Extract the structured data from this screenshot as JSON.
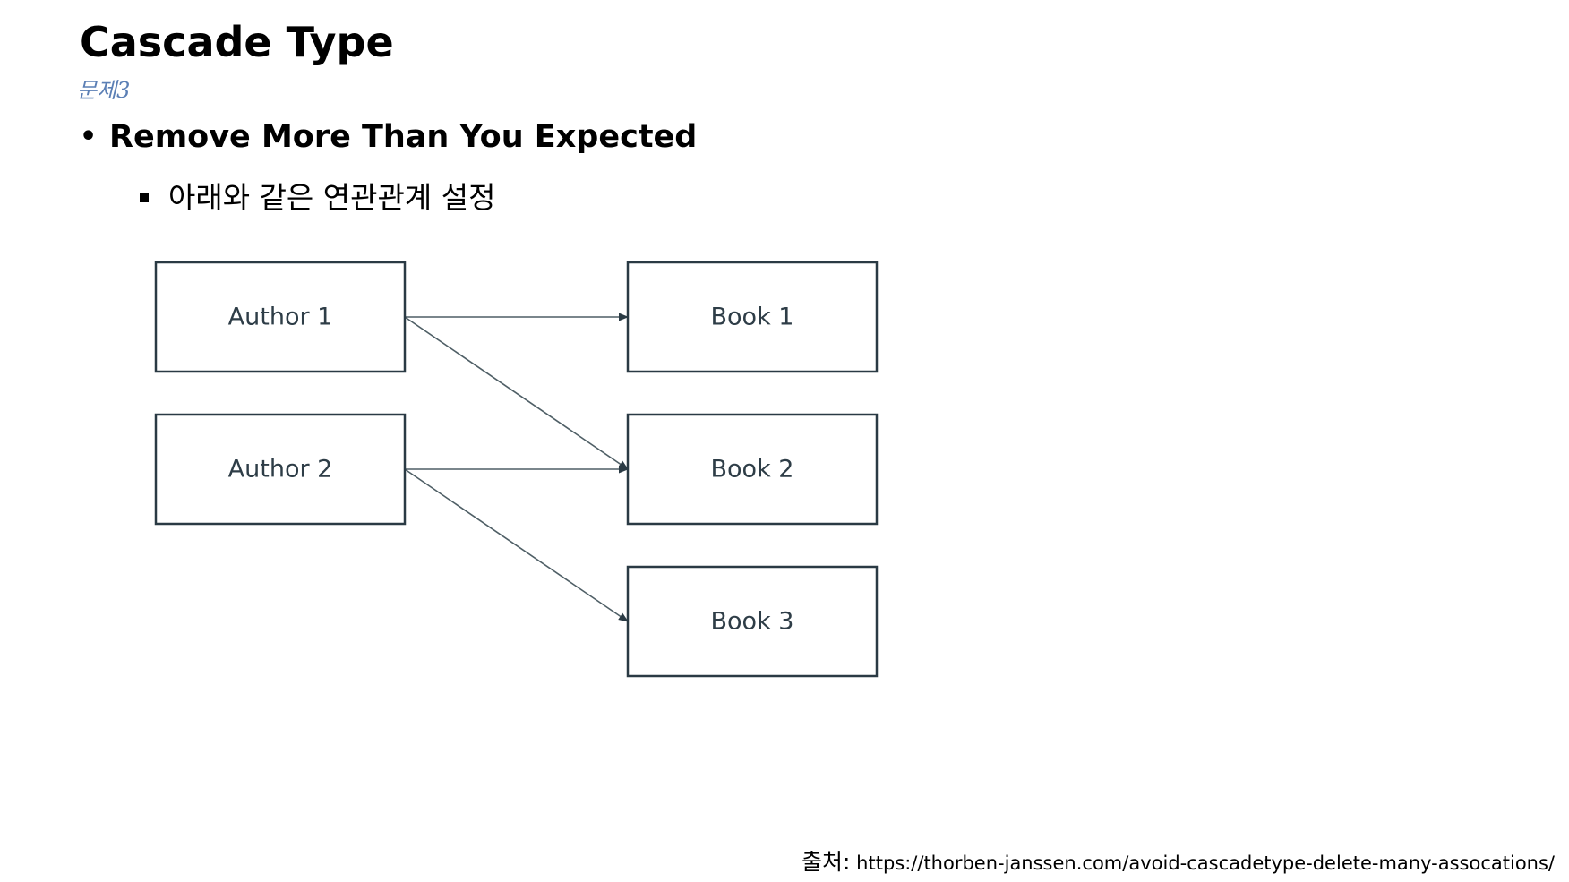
{
  "slide": {
    "title": "Cascade Type",
    "handwritten_note": "문제3",
    "bullet": "Remove More Than You Expected",
    "sub_bullet": "아래와 같은 연관관계 설정",
    "source_prefix": "출처:",
    "source_url": "https://thorben-janssen.com/avoid-cascadetype-delete-many-assocations/"
  },
  "diagram": {
    "authors": [
      {
        "id": "author1",
        "label": "Author 1"
      },
      {
        "id": "author2",
        "label": "Author 2"
      }
    ],
    "books": [
      {
        "id": "book1",
        "label": "Book 1"
      },
      {
        "id": "book2",
        "label": "Book 2"
      },
      {
        "id": "book3",
        "label": "Book 3"
      }
    ],
    "edges": [
      {
        "from": "author1",
        "to": "book1"
      },
      {
        "from": "author1",
        "to": "book2"
      },
      {
        "from": "author2",
        "to": "book2"
      },
      {
        "from": "author2",
        "to": "book3"
      }
    ],
    "colors": {
      "box_border": "#2a3a44",
      "box_text": "#2e3d47",
      "edge": "#4f5f66",
      "note": "#5b7fb5"
    }
  }
}
